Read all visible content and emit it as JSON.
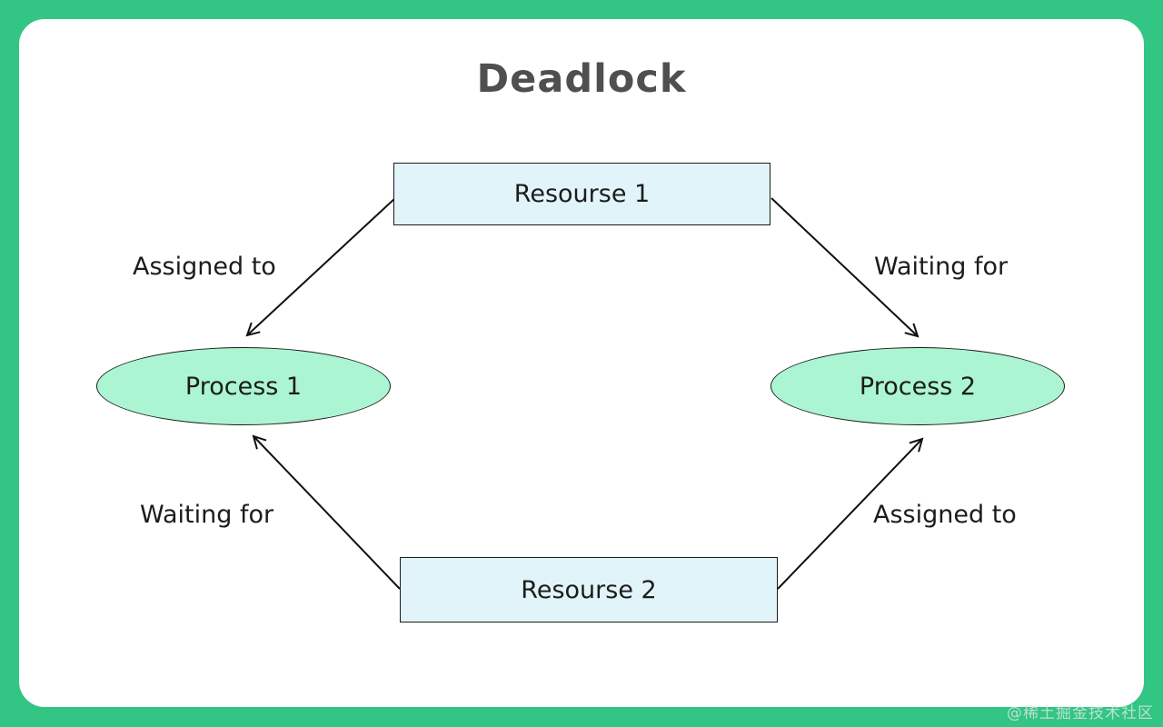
{
  "title": "Deadlock",
  "nodes": {
    "resource1": {
      "label": "Resourse 1",
      "shape": "rect"
    },
    "resource2": {
      "label": "Resourse 2",
      "shape": "rect"
    },
    "process1": {
      "label": "Process 1",
      "shape": "ellipse"
    },
    "process2": {
      "label": "Process 2",
      "shape": "ellipse"
    }
  },
  "edges": {
    "top_left": {
      "from": "resource1",
      "to": "process1",
      "label": "Assigned to"
    },
    "top_right": {
      "from": "resource1",
      "to": "process2",
      "label": "Waiting for"
    },
    "bottom_left": {
      "from": "resource2",
      "to": "process1",
      "label": "Waiting for"
    },
    "bottom_right": {
      "from": "resource2",
      "to": "process2",
      "label": "Assigned to"
    }
  },
  "watermark": "@稀土掘金技术社区",
  "colors": {
    "frame": "#32c583",
    "card": "#ffffff",
    "resource_fill": "#e1f4fa",
    "process_fill": "#abf5d2",
    "node_border": "#1b1b1b",
    "title": "#4f4f4f",
    "text": "#1c1c1c",
    "arrow": "#111111",
    "watermark": "rgba(225,232,232,0.78)"
  }
}
